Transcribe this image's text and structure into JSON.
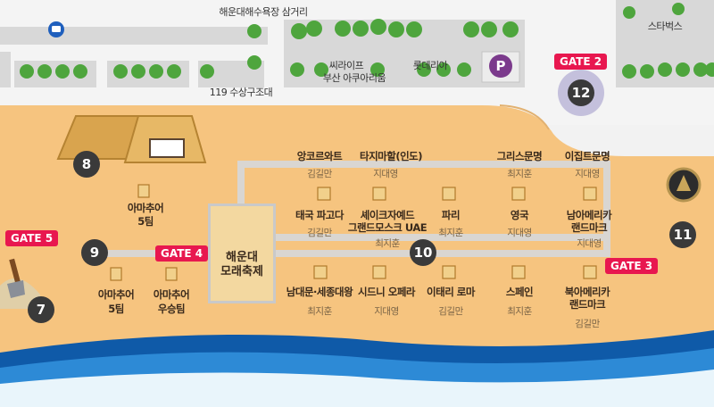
{
  "streets": {
    "top": "해운대해수욕장 삼거리",
    "rescue": "119 수상구조대",
    "starbucks": "스타벅스",
    "sealife_line1": "씨라이프",
    "sealife_line2": "부산 아쿠아리움",
    "lotteria": "롯데리아",
    "parking": "P"
  },
  "gates": {
    "gate2": "GATE 2",
    "gate3": "GATE 3",
    "gate4": "GATE 4",
    "gate5": "GATE 5"
  },
  "markers": {
    "m7": "7",
    "m8": "8",
    "m9": "9",
    "m10": "10",
    "m11": "11",
    "m12": "12"
  },
  "center": {
    "line1": "해운대",
    "line2": "모래축제"
  },
  "amateur": {
    "team5_top_line1": "아마추어",
    "team5_top_line2": "5팀",
    "team5_bottom_line1": "아마추어",
    "team5_bottom_line2": "5팀",
    "winner_line1": "아마추어",
    "winner_line2": "우승팀"
  },
  "row1": [
    {
      "title": "앙코르와트",
      "artist": "김길만"
    },
    {
      "title": "타지마할(인도)",
      "artist": "지대영"
    },
    {
      "title": "그리스문명",
      "artist": "최지훈"
    },
    {
      "title": "이집트문명",
      "artist": "지대영"
    }
  ],
  "row2": [
    {
      "title": "태국 파고다",
      "artist": "김길만"
    },
    {
      "title_line1": "셰이크자예드",
      "title_line2": "그랜드모스크 UAE",
      "artist": "최지훈"
    },
    {
      "title": "파리",
      "artist": "최지훈"
    },
    {
      "title": "영국",
      "artist": "지대영"
    },
    {
      "title_line1": "남아메리카",
      "title_line2": "랜드마크",
      "artist": "지대영"
    }
  ],
  "row3": [
    {
      "title": "남대문·세종대왕",
      "artist": "최지훈"
    },
    {
      "title": "시드니 오페라",
      "artist": "지대영"
    },
    {
      "title": "이태리 로마",
      "artist": "김길만"
    },
    {
      "title": "스페인",
      "artist": "최지훈"
    },
    {
      "title_line1": "북아메리카",
      "title_line2": "랜드마크",
      "artist": "김길만"
    }
  ],
  "colors": {
    "sand": "#f6c47f",
    "road": "#f4f4f4",
    "tree": "#4ea53d",
    "sea": "#0f5aa8",
    "gate": "#e8174f",
    "marker": "#3a3a3a",
    "path": "#d9d6d2",
    "parking": "#7b3a8c"
  }
}
